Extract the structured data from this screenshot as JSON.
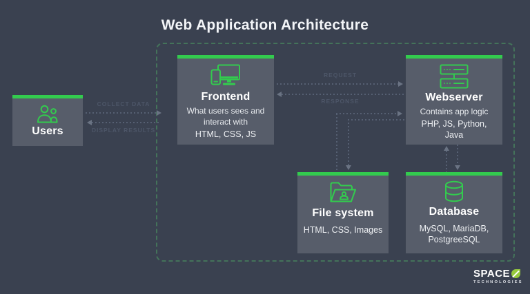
{
  "title": "Web Application Architecture",
  "colors": {
    "background": "#3a4150",
    "panel": "#575d6a",
    "accent_green": "#33cb4e",
    "boundary_green": "#44735a",
    "flow_label_dim": "#4d5668",
    "logo_green": "#97c93d"
  },
  "nodes": {
    "users": {
      "label": "Users",
      "icon": "users-icon"
    },
    "frontend": {
      "label": "Frontend",
      "description": "What users sees and interact with",
      "tech": "HTML, CSS, JS",
      "icon": "devices-icon"
    },
    "webserver": {
      "label": "Webserver",
      "description": "Contains app logic",
      "tech": "PHP, JS, Python, Java",
      "icon": "server-icon"
    },
    "filesystem": {
      "label": "File system",
      "tech": "HTML, CSS, Images",
      "icon": "folder-user-icon"
    },
    "database": {
      "label": "Database",
      "tech": "MySQL, MariaDB, PostgreeSQL",
      "icon": "database-icon"
    }
  },
  "flows": {
    "collect_data": {
      "label": "COLLECT DATA",
      "from": "users",
      "to": "frontend"
    },
    "display_results": {
      "label": "DISPLAY RESULTS",
      "from": "frontend",
      "to": "users"
    },
    "request": {
      "label": "REQUEST",
      "from": "frontend",
      "to": "webserver"
    },
    "response": {
      "label": "RESPONSE",
      "from": "webserver",
      "to": "frontend"
    },
    "filesystem_to_webserver": {
      "label": "",
      "from": "filesystem",
      "to": "webserver"
    },
    "webserver_to_filesystem": {
      "label": "",
      "from": "webserver",
      "to": "filesystem"
    },
    "database_to_webserver": {
      "label": "",
      "from": "database",
      "to": "webserver"
    },
    "webserver_to_database": {
      "label": "",
      "from": "webserver",
      "to": "database"
    }
  },
  "logo": {
    "brand": "SPACE",
    "sub": "TECHNOLOGIES"
  }
}
